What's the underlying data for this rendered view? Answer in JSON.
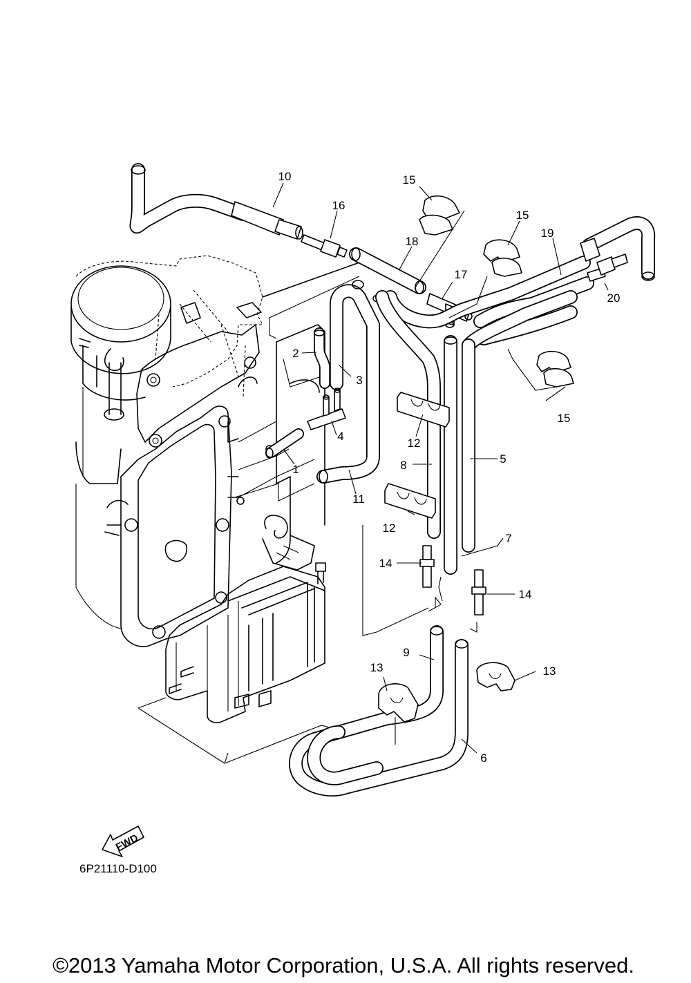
{
  "diagram": {
    "callouts": [
      {
        "id": "c1",
        "label": "1"
      },
      {
        "id": "c2",
        "label": "2"
      },
      {
        "id": "c3",
        "label": "3"
      },
      {
        "id": "c4",
        "label": "4"
      },
      {
        "id": "c5",
        "label": "5"
      },
      {
        "id": "c6",
        "label": "6"
      },
      {
        "id": "c7",
        "label": "7"
      },
      {
        "id": "c8",
        "label": "8"
      },
      {
        "id": "c9",
        "label": "9"
      },
      {
        "id": "c10",
        "label": "10"
      },
      {
        "id": "c11",
        "label": "11"
      },
      {
        "id": "c12a",
        "label": "12"
      },
      {
        "id": "c12b",
        "label": "12"
      },
      {
        "id": "c13a",
        "label": "13"
      },
      {
        "id": "c13b",
        "label": "13"
      },
      {
        "id": "c14a",
        "label": "14"
      },
      {
        "id": "c14b",
        "label": "14"
      },
      {
        "id": "c15a",
        "label": "15"
      },
      {
        "id": "c15b",
        "label": "15"
      },
      {
        "id": "c15c",
        "label": "15"
      },
      {
        "id": "c16",
        "label": "16"
      },
      {
        "id": "c17",
        "label": "17"
      },
      {
        "id": "c18",
        "label": "18"
      },
      {
        "id": "c19",
        "label": "19"
      },
      {
        "id": "c20",
        "label": "20"
      }
    ],
    "fwd_label": "FWD",
    "diagram_code": "6P21110-D100",
    "copyright": "©2013 Yamaha Motor Corporation, U.S.A. All rights reserved."
  }
}
